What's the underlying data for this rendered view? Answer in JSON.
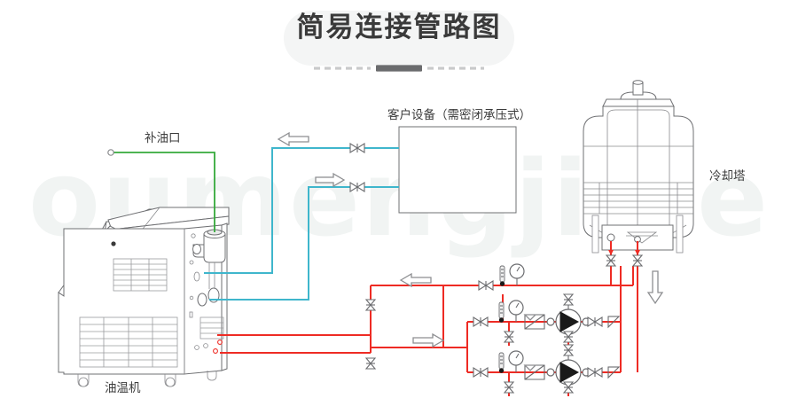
{
  "header": {
    "title": "简易连接管路图",
    "divider_icon": "dashed-divider"
  },
  "watermark": {
    "text": "oumengjixie"
  },
  "labels": {
    "oil_fill_port": "补油口",
    "customer_equipment": "客户设备（需密闭承压式）",
    "cooling_tower": "冷却塔",
    "oil_temp_machine": "油温机"
  },
  "components": [
    {
      "name": "oil-temperature-machine",
      "label": "油温机",
      "type": "equipment"
    },
    {
      "name": "customer-equipment-box",
      "label": "客户设备（需密闭承压式）",
      "type": "equipment"
    },
    {
      "name": "cooling-tower",
      "label": "冷却塔",
      "type": "equipment"
    },
    {
      "name": "oil-fill-port",
      "label": "补油口",
      "type": "port",
      "color": "#35a93b"
    }
  ],
  "pipes": {
    "hot_oil_color": "#3fb6cc",
    "cooling_water_color": "#ee2b24",
    "oil_supply_color": "#35a93b"
  },
  "symbols": {
    "gate_valve": "gate-valve-icon",
    "butterfly_valve": "butterfly-valve-icon",
    "check_valve": "check-valve-icon",
    "pump": "pump-icon",
    "pressure_gauge": "pressure-gauge-icon",
    "thermometer": "thermometer-icon",
    "strainer": "strainer-icon",
    "flow_arrow": "flow-direction-arrow-icon"
  },
  "colors": {
    "title": "#3a3a3a",
    "outline": "#6f7073",
    "red": "#ee2b24",
    "cyan": "#3fb6cc",
    "green": "#35a93b",
    "watermark": "#f1f4f3"
  }
}
